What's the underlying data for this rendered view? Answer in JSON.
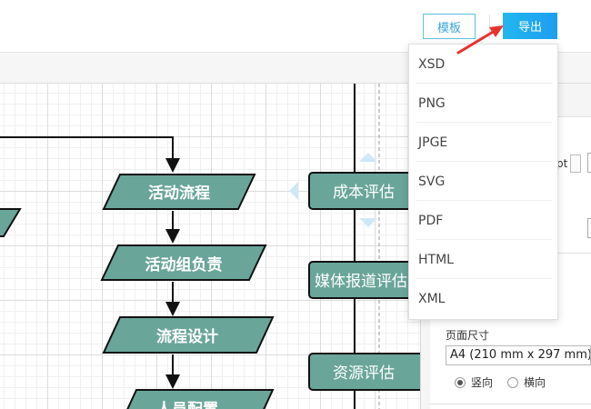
{
  "toolbar": {
    "template_label": "模板",
    "export_label": "导出"
  },
  "export_menu": {
    "items": [
      {
        "label": "XSD"
      },
      {
        "label": "PNG"
      },
      {
        "label": "JPGE"
      },
      {
        "label": "SVG"
      },
      {
        "label": "PDF"
      },
      {
        "label": "HTML"
      },
      {
        "label": "XML"
      }
    ]
  },
  "flowchart": {
    "left_column": [
      "活动流程",
      "活动组负责",
      "流程设计",
      "人员配置"
    ],
    "right_column": [
      "成本评估",
      "媒体报道评估",
      "资源评估"
    ],
    "node_color": "#6aa59a"
  },
  "panel": {
    "unit_text": "pt",
    "page_size_label": "页面尺寸",
    "page_size_value": "A4 (210 mm x 297 mm)",
    "orientation_portrait": "竖向",
    "orientation_landscape": "横向"
  },
  "colors": {
    "accent": "#1fa8f0",
    "annotation_arrow": "#e8322e"
  }
}
